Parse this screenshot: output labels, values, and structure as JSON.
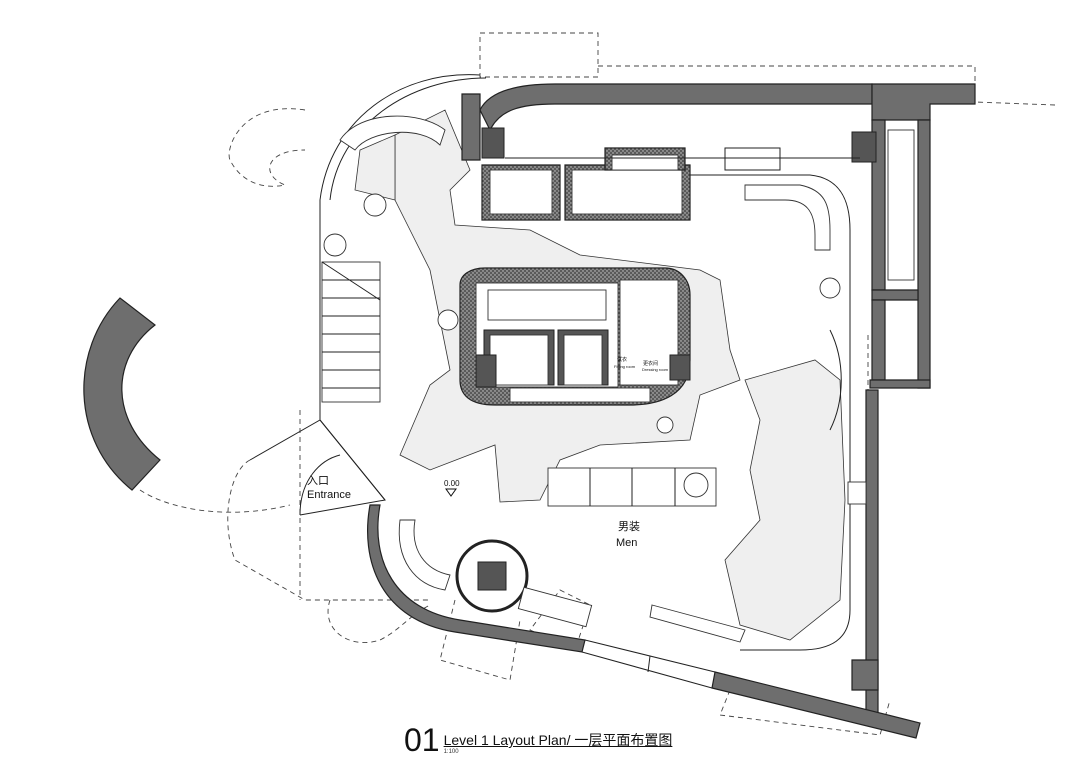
{
  "title": {
    "number": "01",
    "text": "Level 1 Layout Plan/ 一层平面布置图",
    "scale": "1:100"
  },
  "labels": {
    "entrance_cn": "入口",
    "entrance_en": "Entrance",
    "level": "0.00",
    "zone_cn": "男装",
    "zone_en": "Men",
    "fitting1": "试衣",
    "fitting1_en": "Fitting room",
    "fitting2": "更衣间",
    "fitting2_en": "Dressing room"
  },
  "colors": {
    "wall": "#6e6e6e",
    "floor": "#efefef",
    "line": "#222222"
  }
}
